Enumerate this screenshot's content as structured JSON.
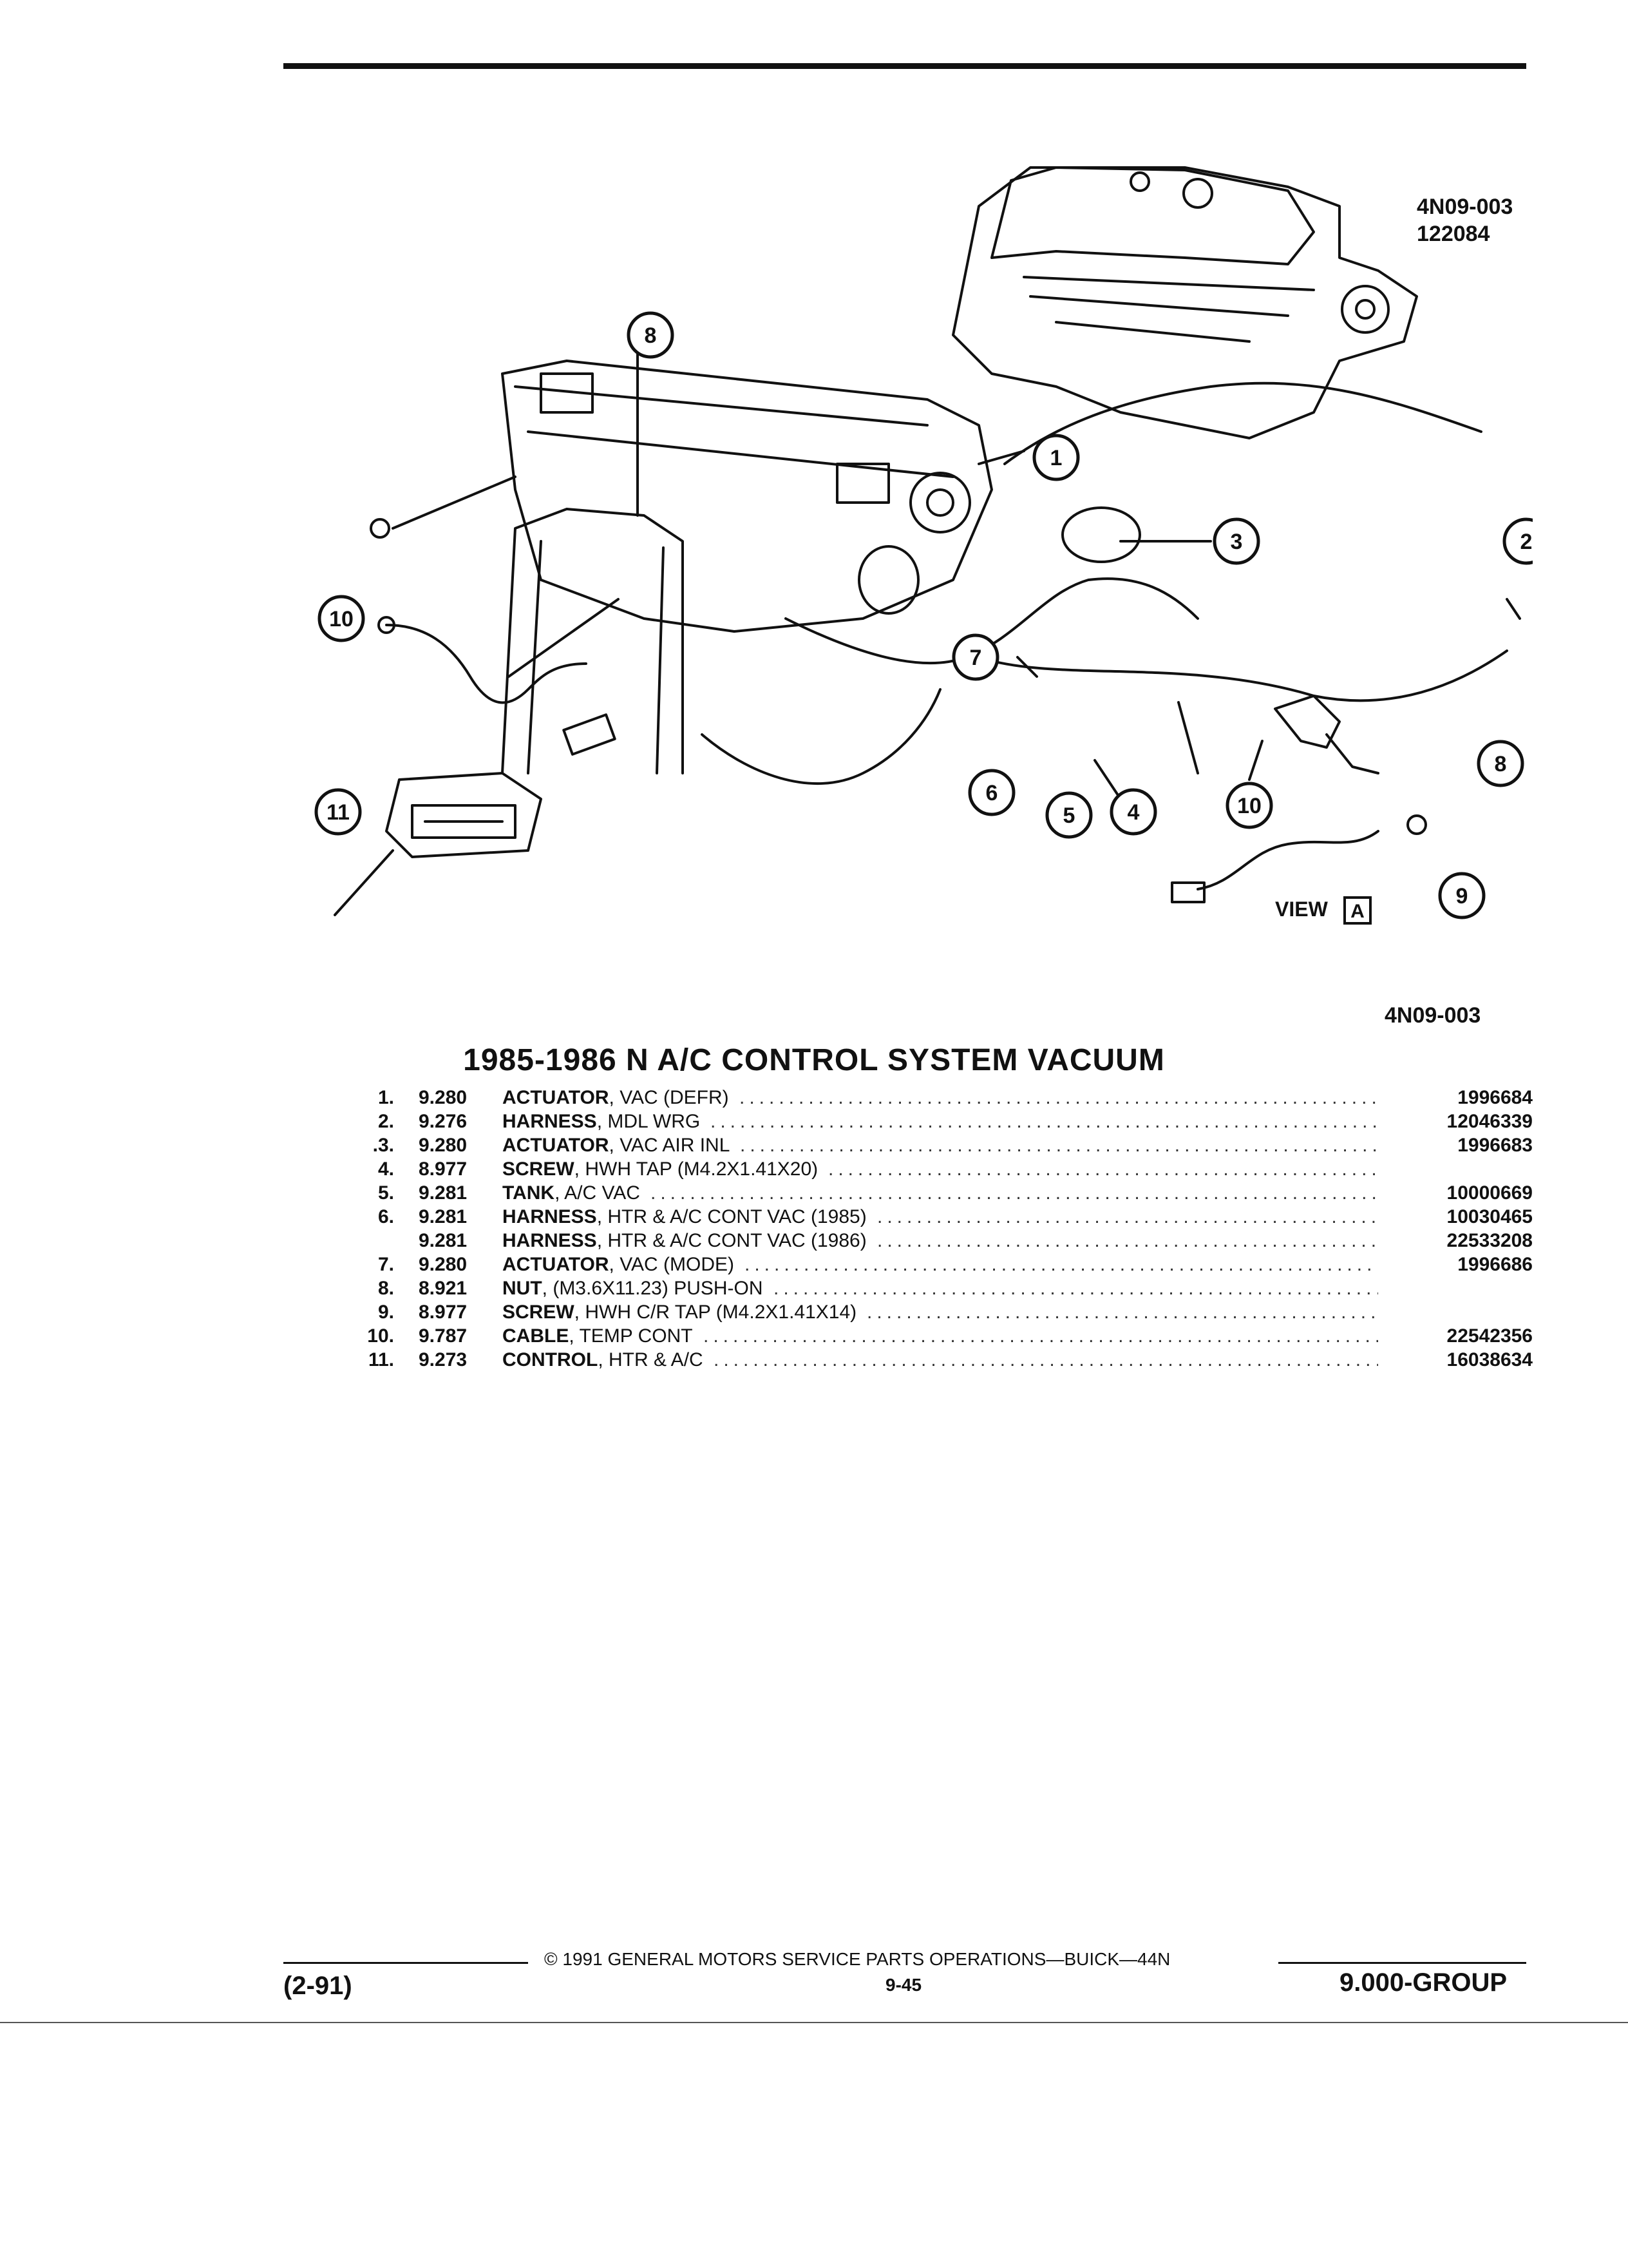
{
  "figure": {
    "id_top": "4N09-003",
    "date_code": "122084",
    "id_bottom": "4N09-003",
    "view_label": "VIEW",
    "view_letter": "A",
    "callouts": [
      "1",
      "2",
      "3",
      "4",
      "5",
      "6",
      "7",
      "8",
      "9",
      "10",
      "11",
      "8",
      "10"
    ]
  },
  "title": "1985-1986 N A/C CONTROL SYSTEM VACUUM",
  "parts": [
    {
      "num": "1.",
      "group": "9.280",
      "name": "ACTUATOR",
      "desc": ", VAC (DEFR)",
      "pn": "1996684"
    },
    {
      "num": "2.",
      "group": "9.276",
      "name": "HARNESS",
      "desc": ", MDL WRG",
      "pn": "12046339"
    },
    {
      "num": ".3.",
      "group": "9.280",
      "name": "ACTUATOR",
      "desc": ", VAC AIR INL",
      "pn": "1996683"
    },
    {
      "num": "4.",
      "group": "8.977",
      "name": "SCREW",
      "desc": ", HWH TAP (M4.2X1.41X20)",
      "pn": ""
    },
    {
      "num": "5.",
      "group": "9.281",
      "name": "TANK",
      "desc": ", A/C VAC",
      "pn": "10000669"
    },
    {
      "num": "6.",
      "group": "9.281",
      "name": "HARNESS",
      "desc": ", HTR & A/C CONT VAC (1985)",
      "pn": "10030465"
    },
    {
      "num": "",
      "group": "9.281",
      "name": "HARNESS",
      "desc": ", HTR & A/C CONT VAC (1986)",
      "pn": "22533208"
    },
    {
      "num": "7.",
      "group": "9.280",
      "name": "ACTUATOR",
      "desc": ", VAC (MODE)",
      "pn": "1996686"
    },
    {
      "num": "8.",
      "group": "8.921",
      "name": "NUT",
      "desc": ", (M3.6X11.23) PUSH-ON",
      "pn": ""
    },
    {
      "num": "9.",
      "group": "8.977",
      "name": "SCREW",
      "desc": ", HWH C/R TAP (M4.2X1.41X14)",
      "pn": ""
    },
    {
      "num": "10.",
      "group": "9.787",
      "name": "CABLE",
      "desc": ", TEMP CONT",
      "pn": "22542356"
    },
    {
      "num": "11.",
      "group": "9.273",
      "name": "CONTROL",
      "desc": ", HTR & A/C",
      "pn": "16038634"
    }
  ],
  "footer": {
    "copyright": "© 1991 GENERAL MOTORS SERVICE PARTS OPERATIONS—BUICK—44N",
    "date": "(2-91)",
    "page": "9-45",
    "group": "9.000-GROUP"
  }
}
